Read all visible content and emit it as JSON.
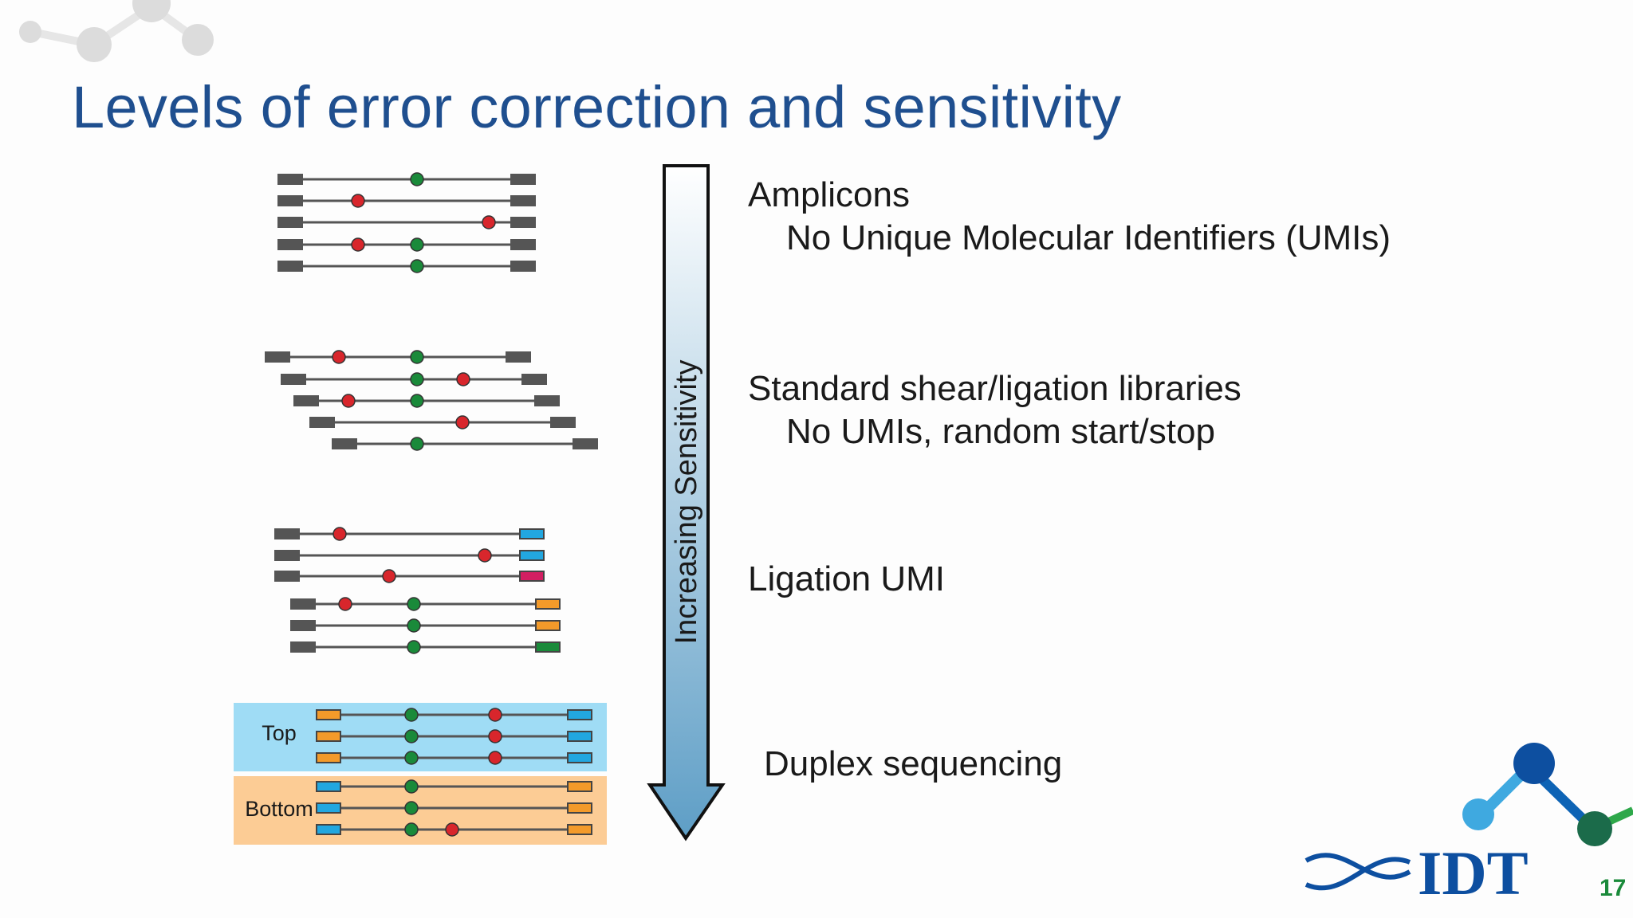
{
  "slide": {
    "title": "Levels of error correction and sensitivity",
    "slide_number": "17"
  },
  "arrow": {
    "label": "Increasing Sensitivity",
    "gradient_top": "#ffffff",
    "gradient_bottom": "#5e9ec6"
  },
  "colors": {
    "line": "#555555",
    "adapter": "#555555",
    "mutation_red": "#d8262c",
    "variant_green": "#1a8a3a",
    "umi_blue": "#22a7e0",
    "umi_magenta": "#d21f62",
    "umi_orange": "#f39a2a",
    "umi_green": "#1a8a3a",
    "top_band": "#9fdcf5",
    "bottom_band": "#fccc95"
  },
  "levels": [
    {
      "heading": "Amplicons",
      "sub": "No Unique Molecular Identifiers (UMIs)"
    },
    {
      "heading": "Standard shear/ligation libraries",
      "sub": "No UMIs, random start/stop"
    },
    {
      "heading": "Ligation UMI",
      "sub": ""
    },
    {
      "heading": "Duplex sequencing",
      "sub": ""
    }
  ],
  "duplex": {
    "top_label": "Top",
    "bottom_label": "Bottom"
  },
  "logo": {
    "text": "IDT",
    "icon": "idt-molecule-logo-icon"
  }
}
